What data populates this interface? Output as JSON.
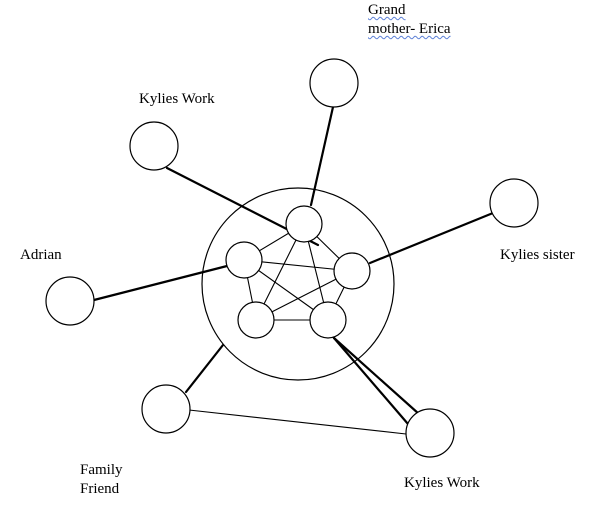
{
  "labels": {
    "grandmother_line1": "Grand",
    "grandmother_line2": "mother- Erica",
    "kylies_work_top": "Kylies Work",
    "kylies_sister": "Kylies sister",
    "adrian": "Adrian",
    "family_friend_line1": "Family",
    "family_friend_line2": "Friend",
    "kylies_work_bottom": "Kylies Work"
  },
  "colors": {
    "stroke": "#000000",
    "background": "#ffffff",
    "spellcheck_underline": "#5b7fd6"
  }
}
